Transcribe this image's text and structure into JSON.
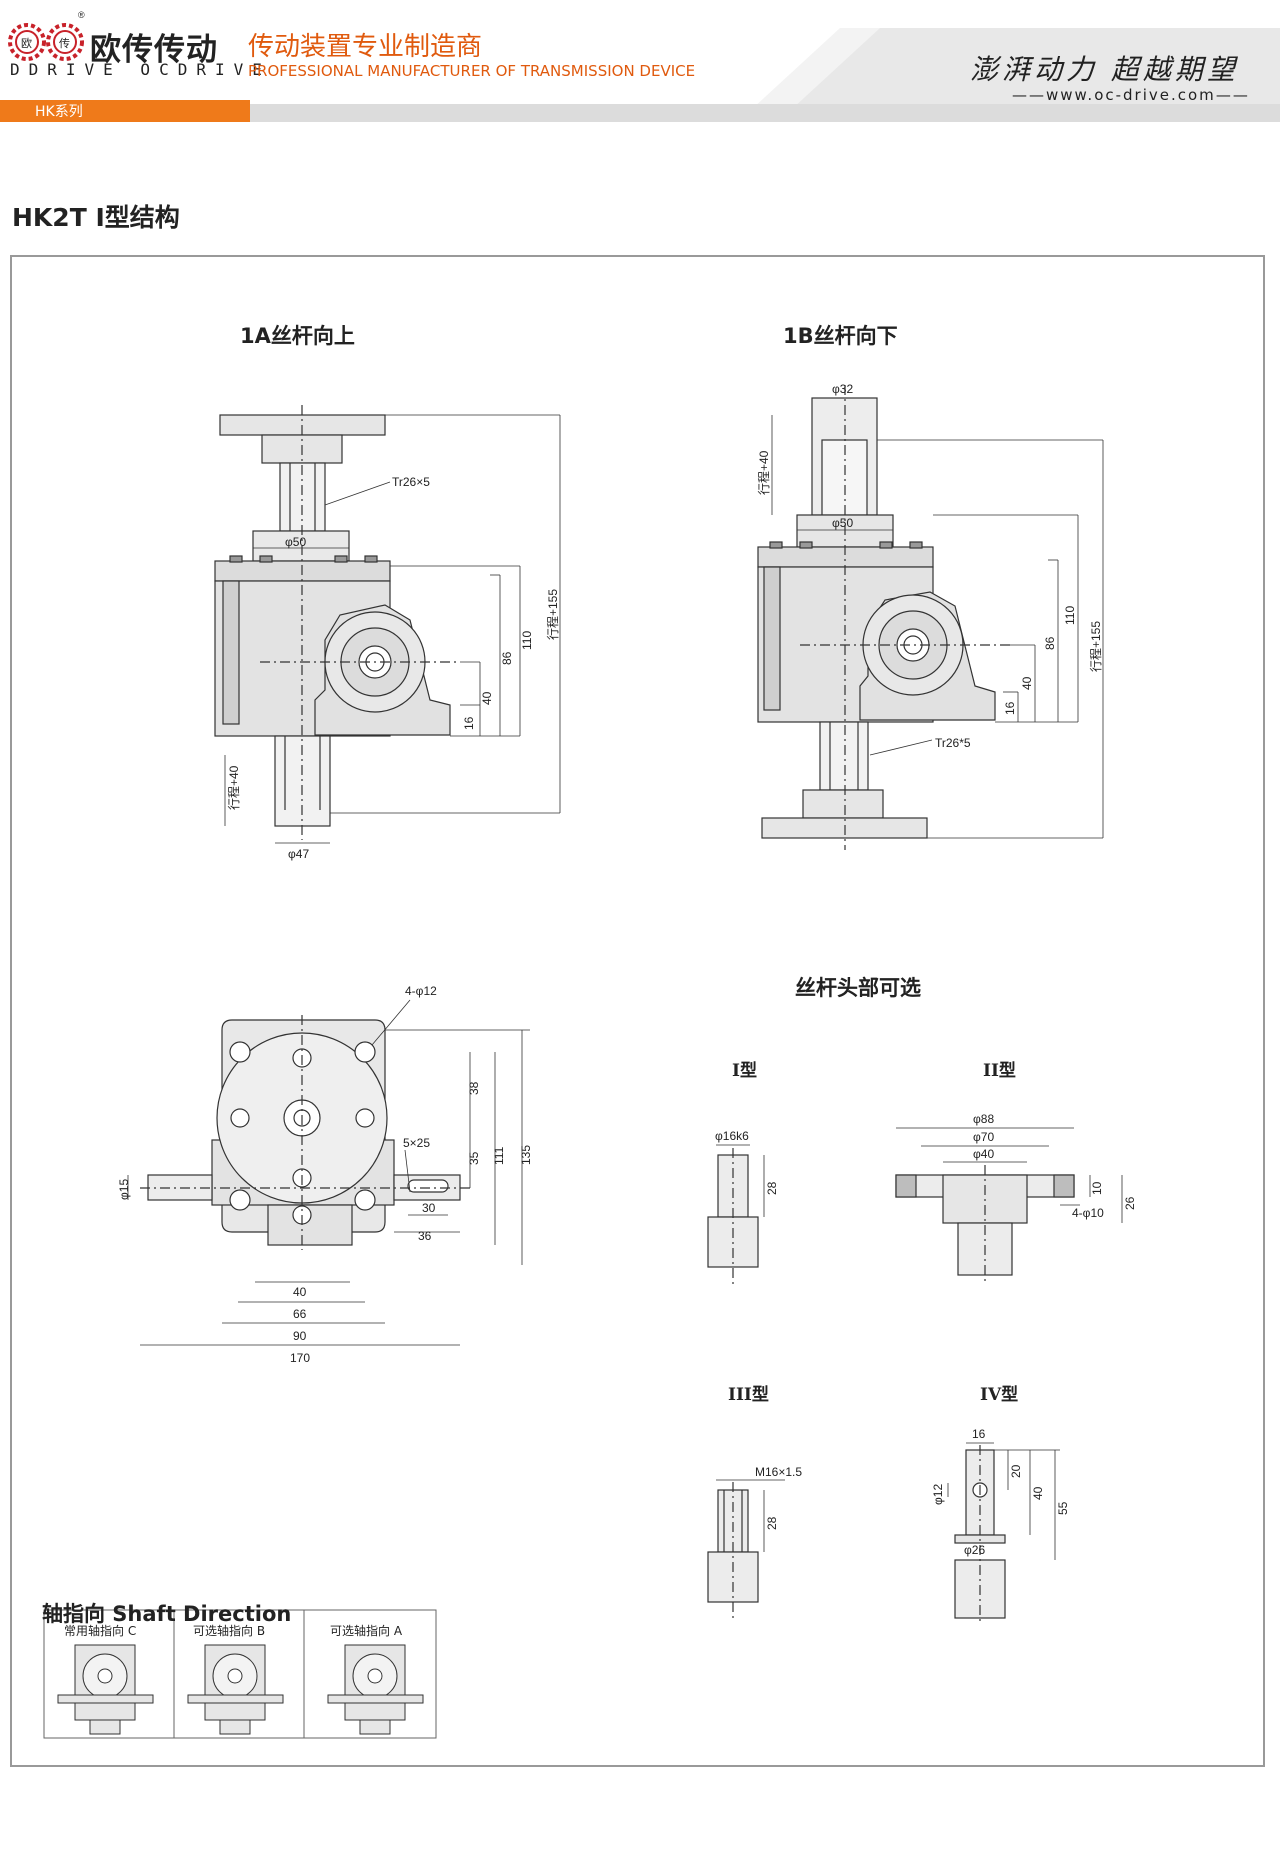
{
  "header": {
    "brand_cn": "欧传传动",
    "brand_en": "DDRIVE OCDRIVE",
    "logo_letters": [
      "欧",
      "传"
    ],
    "tagline_cn": "传动装置专业制造商",
    "tagline_en": "PROFESSIONAL MANUFACTURER OF TRANSMISSION DEVICE",
    "slogan": "澎湃动力 超越期望",
    "website": "www.oc-drive.com",
    "series": "HK系列"
  },
  "page_title": "HK2T I型结构",
  "views": {
    "upward": {
      "title": "1A丝杆向上",
      "thread": "Tr26×5",
      "dia_top": "φ50",
      "dia_bottom": "φ47",
      "stroke": "行程+40",
      "overall": "行程+155",
      "dims": [
        "110",
        "86",
        "40",
        "16"
      ]
    },
    "downward": {
      "title": "1B丝杆向下",
      "thread": "Tr26*5",
      "dia_top": "φ32",
      "dia_mid": "φ50",
      "stroke": "行程+40",
      "overall": "行程+155",
      "dims": [
        "110",
        "86",
        "40",
        "16"
      ]
    },
    "top": {
      "holes": "4-φ12",
      "key": "5×25",
      "shaft_dia": "φ15",
      "vertical_dims": [
        "38",
        "35",
        "111",
        "135"
      ],
      "horizontal_dims": [
        "30",
        "36",
        "40",
        "66",
        "90",
        "170"
      ]
    }
  },
  "heads": {
    "title": "丝杆头部可选",
    "type1": {
      "label": "I型",
      "dia": "φ16k6",
      "len": "28"
    },
    "type2": {
      "label": "II型",
      "d1": "φ88",
      "d2": "φ70",
      "d3": "φ40",
      "holes": "4-φ10",
      "h1": "10",
      "h2": "26"
    },
    "type3": {
      "label": "III型",
      "thread": "M16×1.5",
      "len": "28"
    },
    "type4": {
      "label": "IV型",
      "w": "16",
      "hole": "φ12",
      "dia": "φ26",
      "d1": "20",
      "d2": "40",
      "d3": "55"
    }
  },
  "shaft_direction": {
    "title": "轴指向 Shaft Direction",
    "options": [
      "常用轴指向 C",
      "可选轴指向 B",
      "可选轴指向 A"
    ]
  },
  "colors": {
    "accent": "#ef7a1a",
    "tagline": "#e05a0e"
  }
}
